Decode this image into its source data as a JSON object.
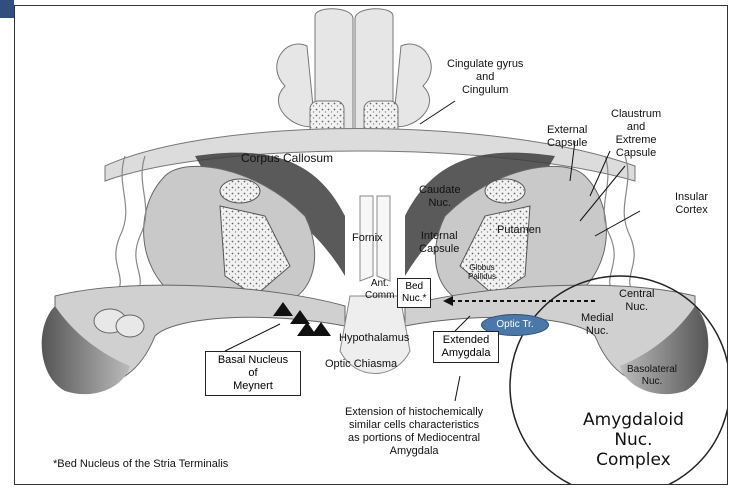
{
  "labels": {
    "cingulate": "Cingulate gyrus\nand\nCingulum",
    "corpus_callosum": "Corpus Callosum",
    "external_capsule": "External\nCapsule",
    "claustrum": "Claustrum\nand\nExtreme\nCapsule",
    "insular_cortex": "Insular\nCortex",
    "caudate": "Caudate\nNuc.",
    "putamen": "Putamen",
    "fornix": "Fornix",
    "internal_capsule": "Internal\nCapsule",
    "globus_pallidus": "Globus\nPallidus",
    "ant_comm": "Ant.\nComm",
    "bed_nuc": "Bed\nNuc.*",
    "central_nuc": "Central\nNuc.",
    "medial_nuc": "Medial\nNuc.",
    "optic_tr": "Optic Tr.",
    "hypothalamus": "Hypothalamus",
    "optic_chiasma": "Optic Chiasma",
    "basal_nucleus": "Basal Nucleus\nof\nMeynert",
    "extended_amygdala": "Extended\nAmygdala",
    "basolateral": "Basolateral\nNuc.",
    "amygdaloid": "Amygdaloid\nNuc.\nComplex",
    "extension": "Extension of histochemically\nsimilar cells characteristics\nas portions of Mediocentral\nAmygdala",
    "footnote": "*Bed Nucleus of the Stria Terminalis"
  }
}
